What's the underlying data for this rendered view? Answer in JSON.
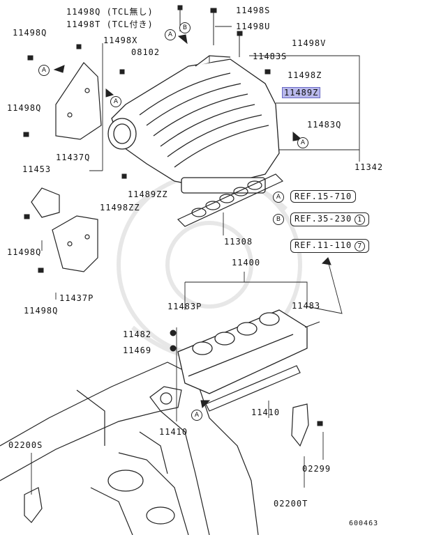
{
  "labels": {
    "l11498Q_tcl": "11498Q (TCL無し)",
    "l11498T_tcl": "11498T (TCL付き)",
    "l11498S": "11498S",
    "l11498U": "11498U",
    "l11498V": "11498V",
    "l11498Q_a": "11498Q",
    "l11498X": "11498X",
    "l08102": "08102",
    "l11483S": "11483S",
    "l11498Z": "11498Z",
    "l11489Z": "11489Z",
    "l11498Q_b": "11498Q",
    "l11483Q": "11483Q",
    "l11437Q": "11437Q",
    "l11342": "11342",
    "l11453": "11453",
    "l11489ZZ": "11489ZZ",
    "l11498ZZ": "11498ZZ",
    "l11308": "11308",
    "l11498Q_c": "11498Q",
    "l11400": "11400",
    "l11437P": "11437P",
    "l11498Q_d": "11498Q",
    "l11483P": "11483P",
    "l11483": "11483",
    "l11482": "11482",
    "l11469": "11469",
    "l11410_a": "11410",
    "l11410_b": "11410",
    "l02200S": "02200S",
    "l02299": "02299",
    "l02200T": "02200T"
  },
  "refs": {
    "ref_a": {
      "letter": "A",
      "text": "REF.15-710"
    },
    "ref_b": {
      "letter": "B",
      "text": "REF.35-230",
      "circle": "1"
    },
    "ref_c": {
      "text": "REF.11-110",
      "circle": "7"
    }
  },
  "callouts": {
    "a": "A",
    "b": "B"
  },
  "diagram_code": "600463",
  "highlight_color": "#b9b9ec"
}
